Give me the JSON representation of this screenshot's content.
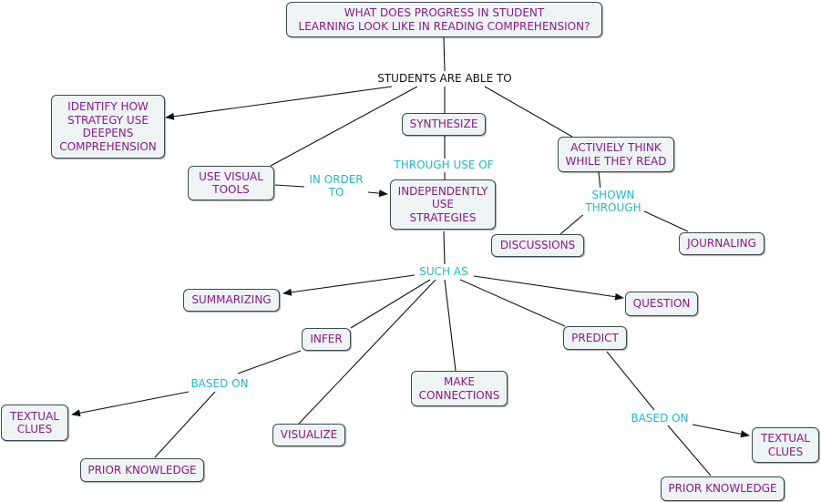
{
  "colors": {
    "node_text": "#8a1a8c",
    "link_text": "#1fb8cf",
    "node_fill": "#eef3f4",
    "line": "#111111"
  },
  "concepts": {
    "root": "WHAT DOES PROGRESS IN STUDENT\nLEARNING LOOK LIKE IN READING COMPREHENSION?",
    "identify": "IDENTIFY HOW\nSTRATEGY USE\nDEEPENS\nCOMPREHENSION",
    "synthesize": "SYNTHESIZE",
    "think": "ACTIVIELY THINK\nWHILE THEY READ",
    "visual_tools": "USE VISUAL\nTOOLS",
    "strategies": "INDEPENDENTLY\nUSE\nSTRATEGIES",
    "discussions": "DISCUSSIONS",
    "journaling": "JOURNALING",
    "summarizing": "SUMMARIZING",
    "question": "QUESTION",
    "infer": "INFER",
    "predict": "PREDICT",
    "connections": "MAKE\nCONNECTIONS",
    "textual_left": "TEXTUAL\nCLUES",
    "visualize": "VISUALIZE",
    "prior_left": "PRIOR KNOWLEDGE",
    "textual_right": "TEXTUAL\nCLUES",
    "prior_right": "PRIOR KNOWLEDGE"
  },
  "links": {
    "able_to": "STUDENTS ARE ABLE TO",
    "through_use_of": "THROUGH USE OF",
    "in_order_to": "IN ORDER\nTO",
    "shown_through": "SHOWN\nTHROUGH",
    "such_as": "SUCH AS",
    "based_on_left": "BASED ON",
    "based_on_right": "BASED ON"
  }
}
